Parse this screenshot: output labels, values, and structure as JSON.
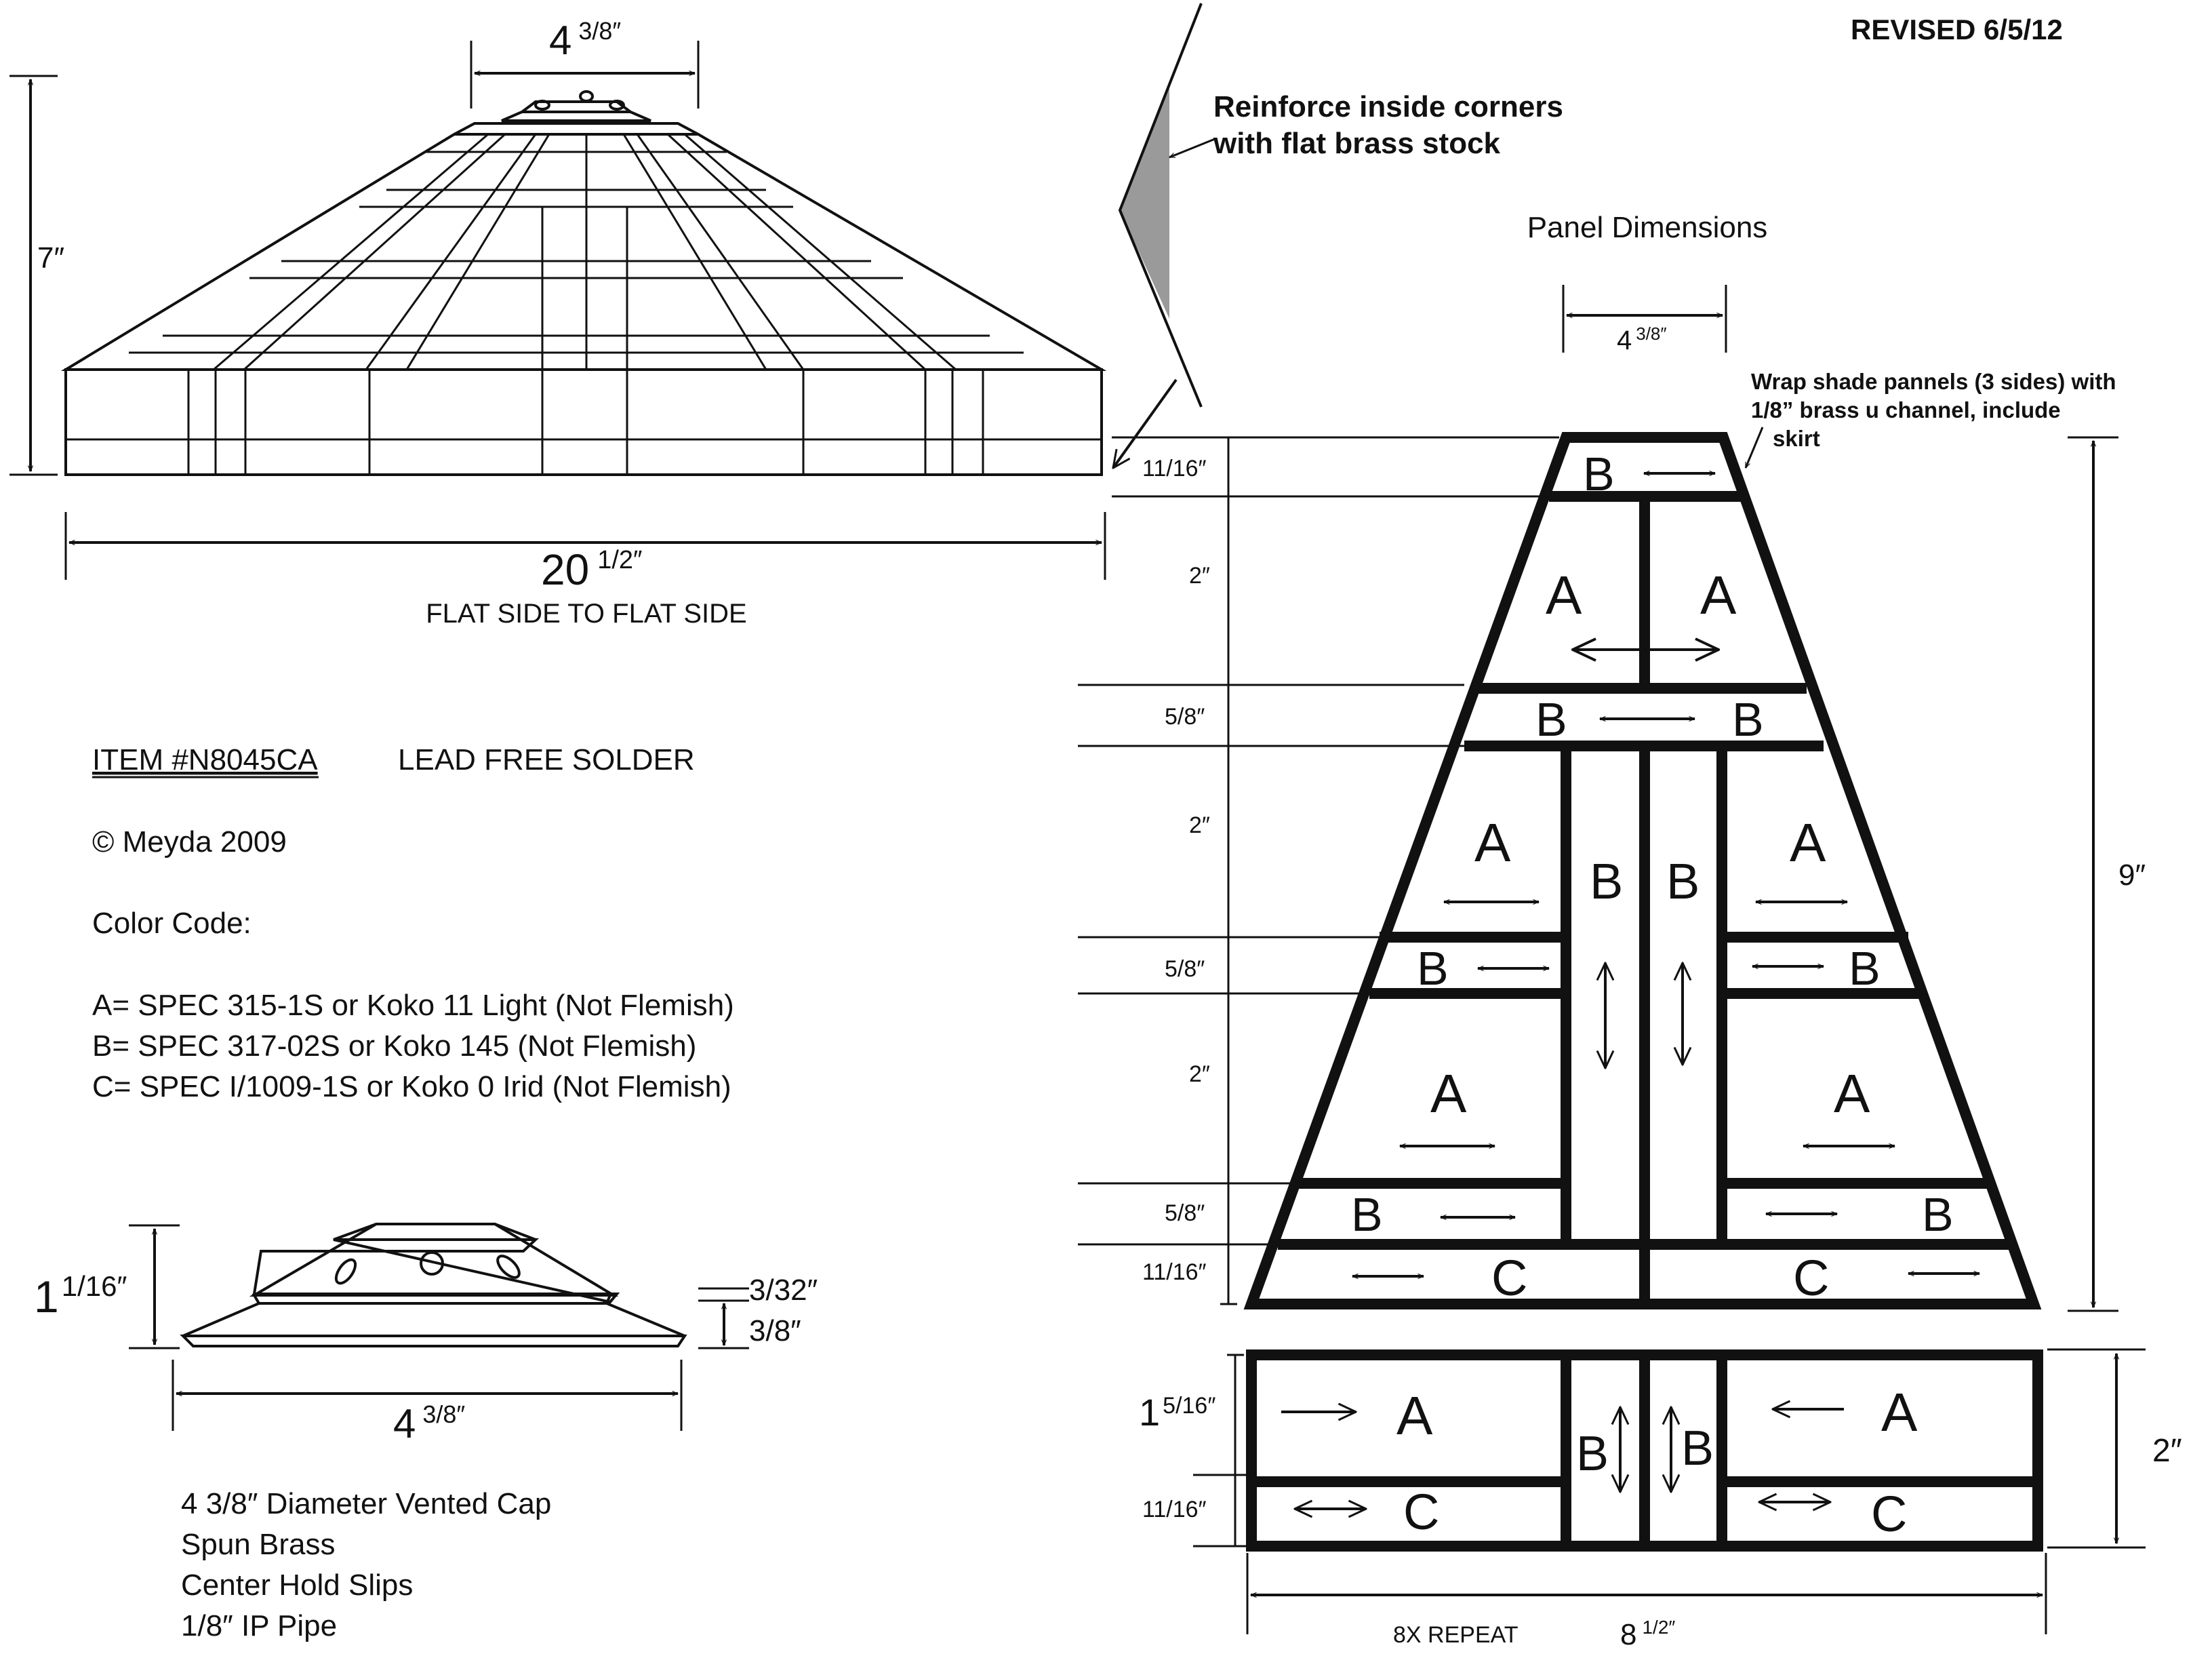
{
  "revision": "REVISED 6/5/12",
  "note_reinforce": {
    "line1": "Reinforce inside corners",
    "line2": "with flat brass stock"
  },
  "note_wrap": {
    "line1": "Wrap shade pannels (3 sides) with",
    "line2": "1/8” brass u channel, include",
    "line3": "skirt"
  },
  "panel_title": "Panel Dimensions",
  "shade_view": {
    "top_width": "4",
    "top_width_frac": "3/8″",
    "height": "7″",
    "width": "20",
    "width_frac": "1/2″",
    "width_note": "FLAT SIDE TO FLAT SIDE"
  },
  "info": {
    "item": "ITEM #N8045CA",
    "solder": "LEAD FREE SOLDER",
    "copyright": "© Meyda 2009",
    "color_code_title": "Color Code:",
    "color_a": "A= SPEC 315-1S or Koko 11 Light (Not Flemish)",
    "color_b": "B= SPEC 317-02S or Koko 145 (Not Flemish)",
    "color_c": "C= SPEC I/1009-1S or Koko 0 Irid (Not Flemish)"
  },
  "cap": {
    "height_whole": "1",
    "height_frac": "1/16″",
    "dim_small": "3/32″",
    "dim_rim": "3/8″",
    "width": "4",
    "width_frac": "3/8″",
    "desc1": "4 3/8″ Diameter  Vented Cap",
    "desc2": "Spun Brass",
    "desc3": "Center Hold Slips",
    "desc4": "1/8″ IP Pipe"
  },
  "panel": {
    "top_width": "4",
    "top_width_frac": "3/8″",
    "total_height": "9″",
    "skirt_height": "2″",
    "rows": [
      "11/16″",
      "2″",
      "5/8″",
      "2″",
      "5/8″",
      "2″",
      "5/8″",
      "11/16″"
    ],
    "skirt_row_a": "1",
    "skirt_row_a_frac": "5/16″",
    "skirt_row_c": "11/16″",
    "repeat": "8X REPEAT",
    "bottom_width": "8",
    "bottom_width_frac": "1/2″",
    "label_a": "A",
    "label_b": "B",
    "label_c": "C"
  }
}
